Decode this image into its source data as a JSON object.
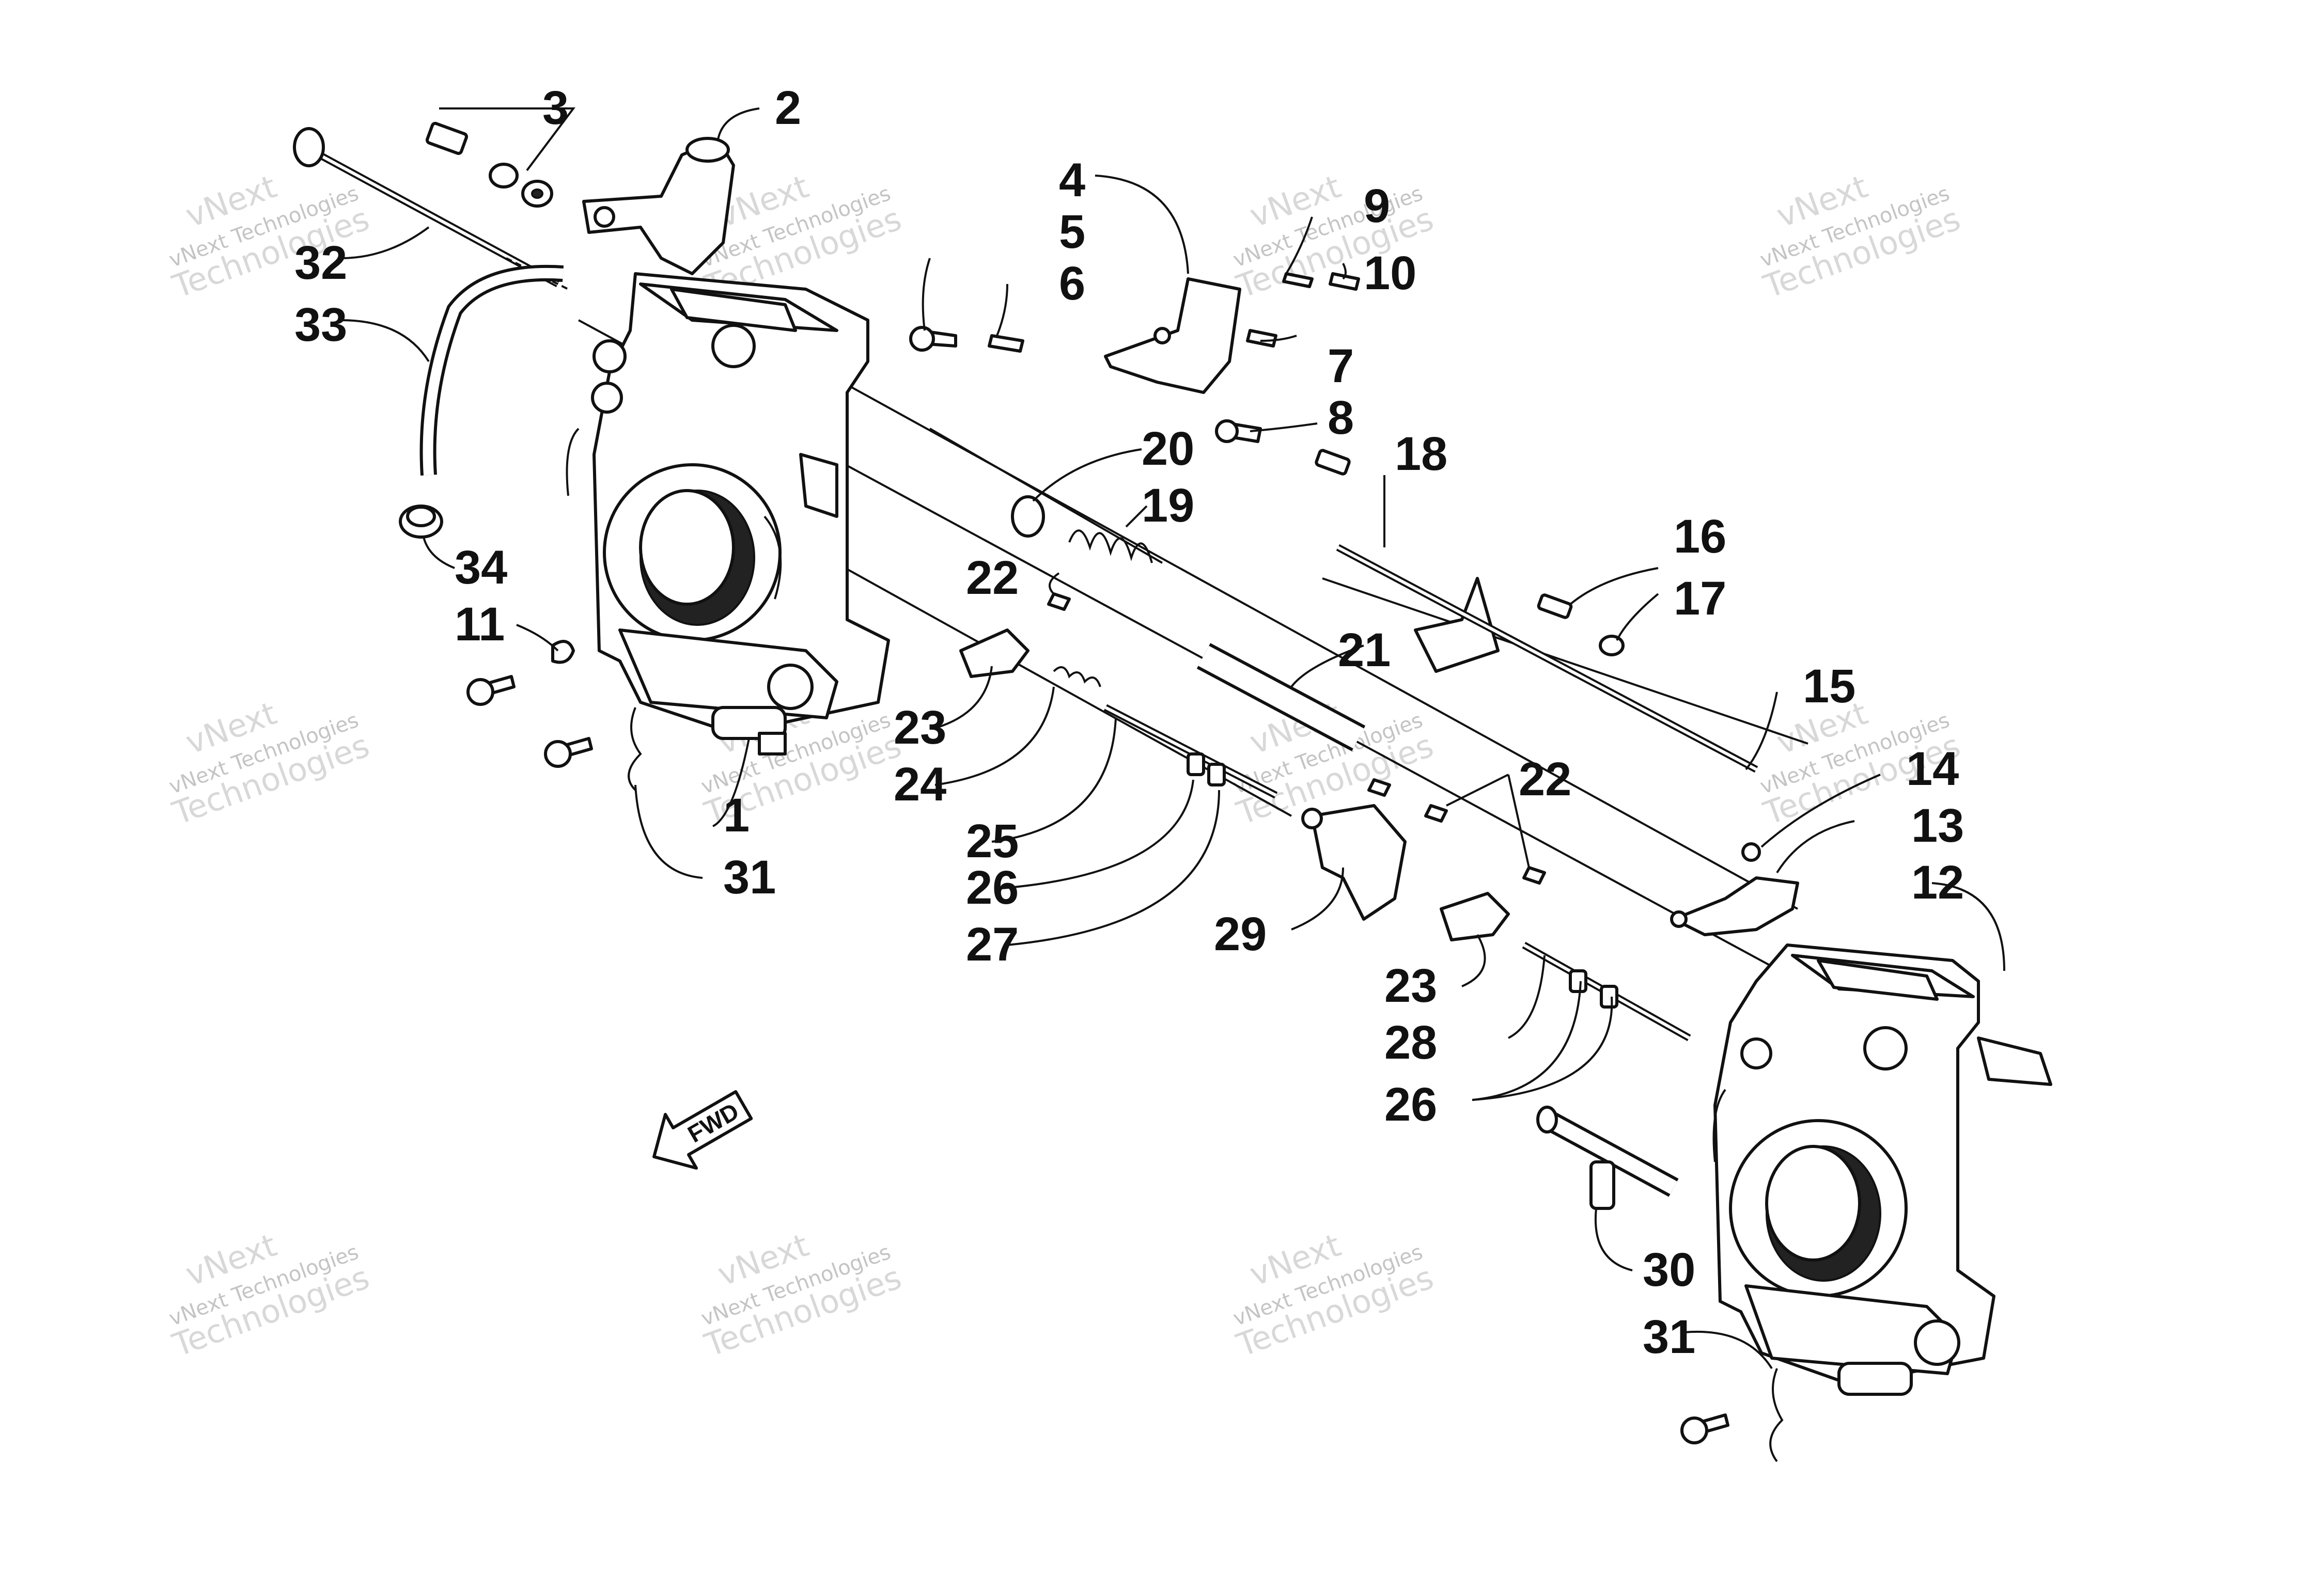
{
  "diagram": {
    "callouts": [
      "1",
      "2",
      "3",
      "4",
      "5",
      "6",
      "7",
      "8",
      "9",
      "10",
      "11",
      "12",
      "13",
      "14",
      "15",
      "16",
      "17",
      "18",
      "19",
      "20",
      "21",
      "22",
      "22",
      "23",
      "23",
      "24",
      "25",
      "26",
      "26",
      "27",
      "28",
      "29",
      "30",
      "31",
      "31",
      "32",
      "33",
      "34"
    ],
    "fwd_label": "FWD",
    "watermark_lines": [
      "vNext",
      "vNext Technologies",
      "Technologies"
    ]
  }
}
